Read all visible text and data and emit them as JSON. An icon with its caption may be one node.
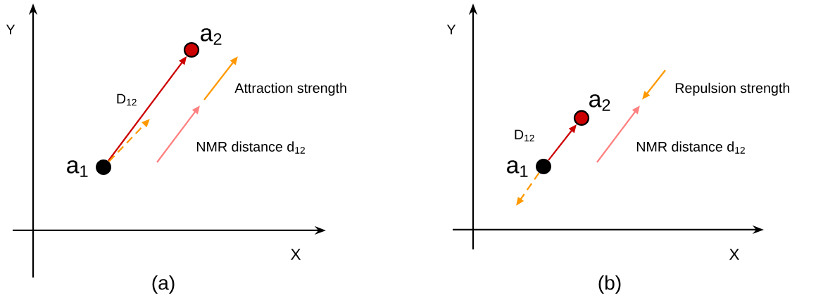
{
  "diagram": {
    "nodes": [
      {
        "text": [],
        "shape": "circle",
        "beside": [
          "a$_{1}$"
        ]
      },
      {
        "text": [],
        "shape": "circle",
        "beside": [
          "a$_{2}$"
        ]
      },
      {
        "text": [],
        "shape": "circle",
        "beside": [
          "a$_{1}$"
        ]
      },
      {
        "text": [],
        "shape": "circle",
        "beside": [
          "a$_{2}$"
        ]
      }
    ],
    "edges": [
      {
        "from": 0,
        "to": 1,
        "arrow": "to",
        "label": "D$_{12}$",
        "color": "#cc0000"
      },
      {
        "from": 0,
        "to": null,
        "arrow": "to",
        "style": "dashed",
        "color": "#ff9900"
      },
      {
        "from": 2,
        "to": 3,
        "arrow": "to",
        "label": "D$_{12}$",
        "color": "#cc0000"
      },
      {
        "from": 2,
        "to": null,
        "arrow": "to",
        "style": "dashed",
        "color": "#ff9900"
      }
    ],
    "labels": [
      "Y",
      "Attraction strength",
      "NMR distance d$_{12}$",
      "X",
      "(a)",
      "Y",
      "Repulsion strength",
      "NMR distance d$_{12}$",
      "X",
      "(b)"
    ]
  }
}
